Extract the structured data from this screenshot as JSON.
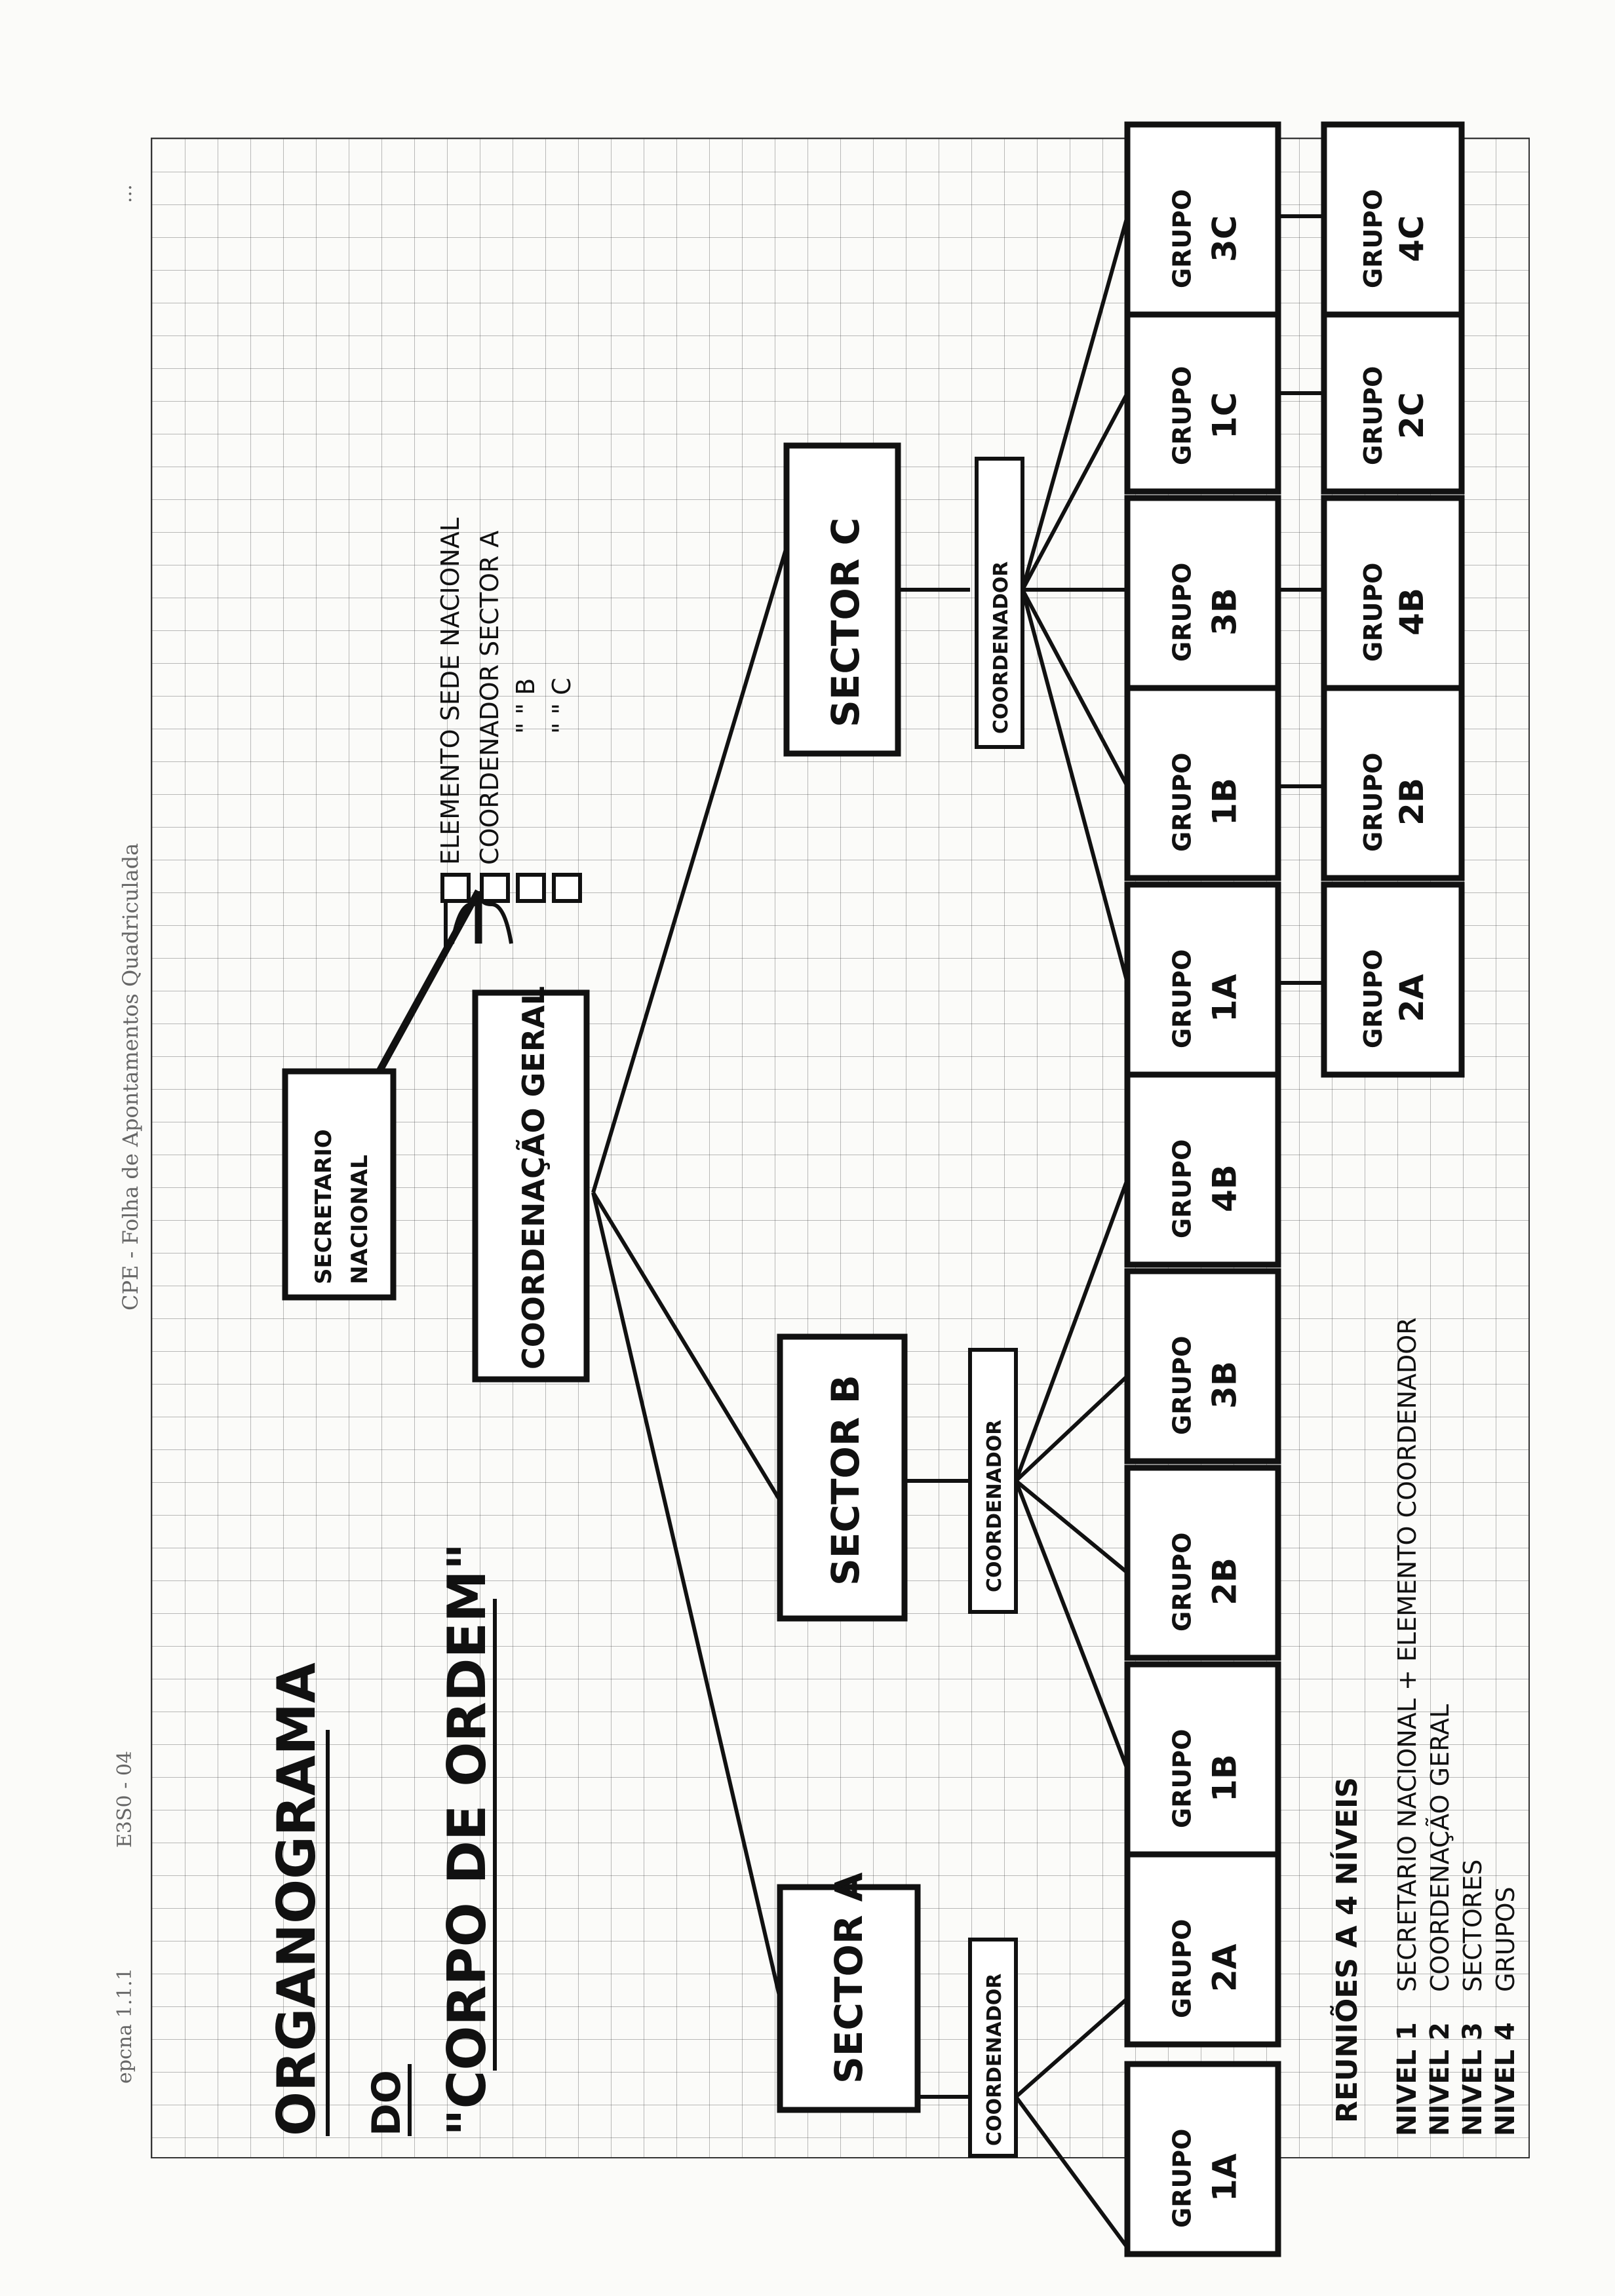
{
  "margin_text": {
    "top_left": "epcna 1.1.1",
    "top_code": "E3S0 - 04",
    "center": "CPE - Folha de Apontamentos Quadriculada",
    "top_right": "..."
  },
  "title": {
    "line1": "ORGANOGRAMA",
    "line2": "DO",
    "line3": "\"CORPO DE ORDEM\""
  },
  "nodes": {
    "secretario": [
      "SECRETARIO",
      "NACIONAL"
    ],
    "coordenacao": "COORDENAÇÃO GERAL",
    "sector_a": "SECTOR A",
    "sector_b": "SECTOR B",
    "sector_c": "SECTOR C",
    "coordenador_label": "COORDENADOR",
    "grupo_label": "GRUPO",
    "groups_a": [
      "1A",
      "2A"
    ],
    "groups_b": [
      "1B",
      "2B",
      "3B",
      "4B"
    ],
    "groups_c_top": [
      "1A",
      "1B",
      "3B",
      "1C",
      "3C"
    ],
    "groups_c_bottom": [
      "2A",
      "2B",
      "4B",
      "2C",
      "4C"
    ]
  },
  "legend": {
    "lines": [
      "ELEMENTO SEDE NACIONAL",
      "COORDENADOR SECTOR A",
      "\"  \"  B",
      "\"  \"  C"
    ]
  },
  "notes": {
    "reunioes": "REUNIÕES A 4 NÍVEIS",
    "niveis": [
      {
        "label": "NIVEL 1",
        "desc": "SECRETARIO NACIONAL + ELEMENTO COORDENADOR"
      },
      {
        "label": "NIVEL 2",
        "desc": "COORDENAÇÃO GERAL"
      },
      {
        "label": "NIVEL 3",
        "desc": "SECTORES"
      },
      {
        "label": "NIVEL 4",
        "desc": "GRUPOS"
      }
    ]
  }
}
